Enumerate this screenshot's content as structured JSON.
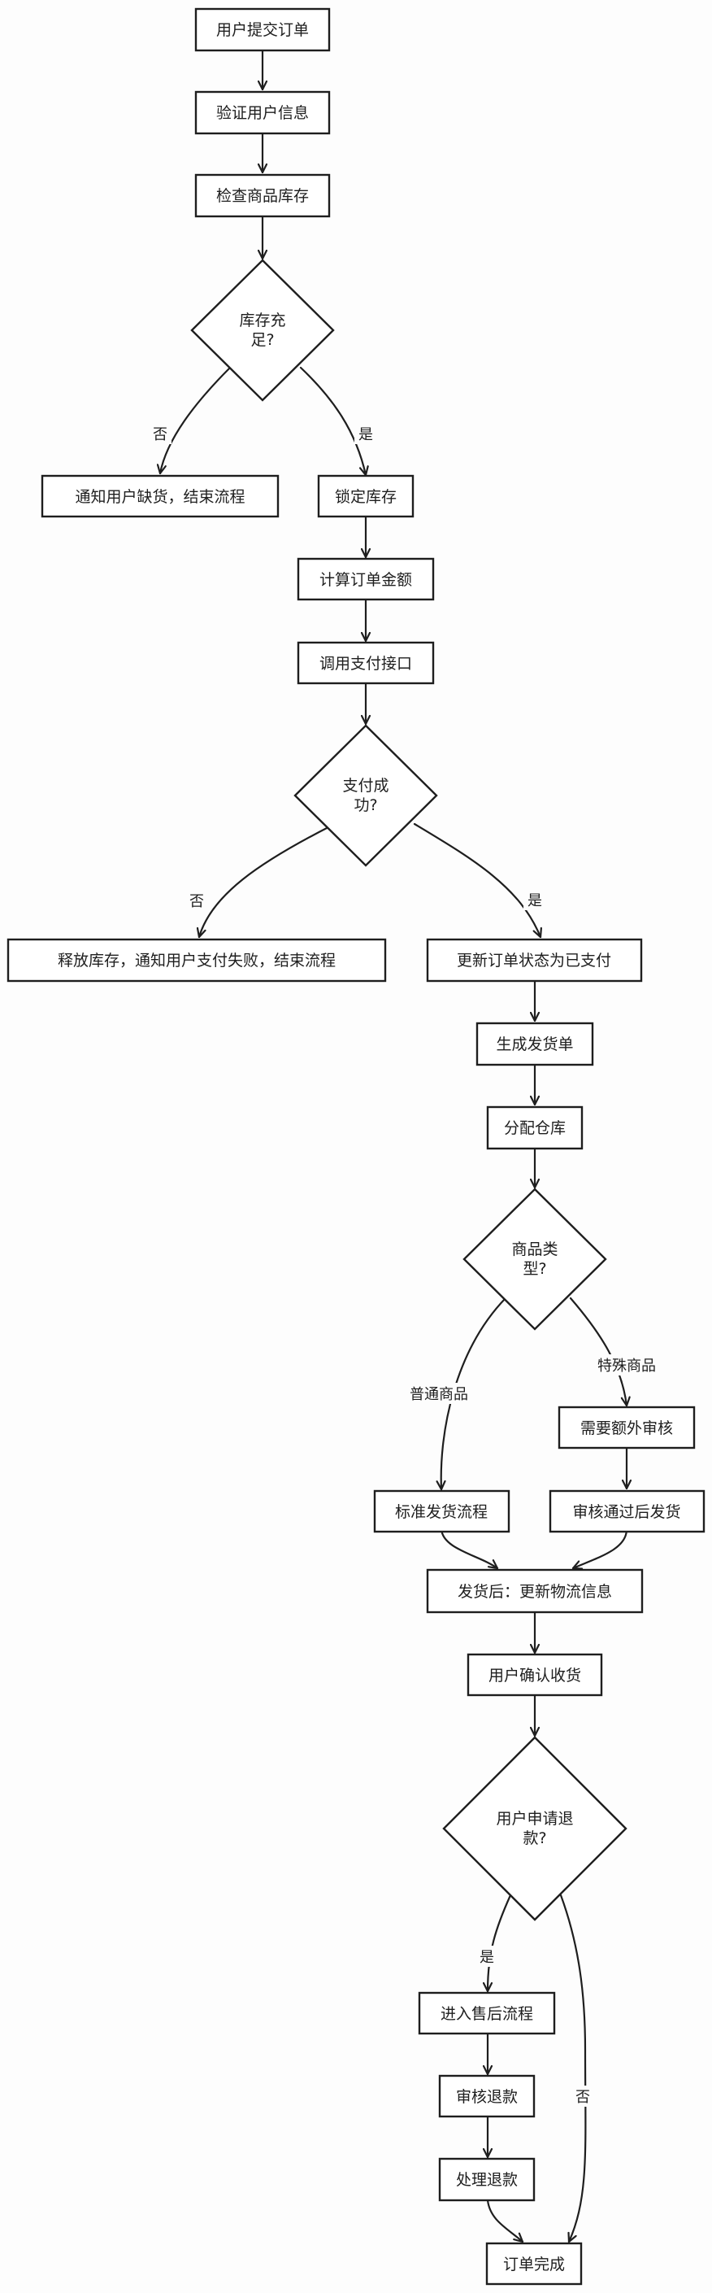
{
  "nodes": {
    "submit": "用户提交订单",
    "verify": "验证用户信息",
    "check_stock": "检查商品库存",
    "stock_ok": [
      "库存充",
      "足?"
    ],
    "notify_oos": "通知用户缺货，结束流程",
    "lock": "锁定库存",
    "calc": "计算订单金额",
    "pay_api": "调用支付接口",
    "pay_ok": [
      "支付成",
      "功?"
    ],
    "release": "释放库存，通知用户支付失败，结束流程",
    "set_paid": "更新订单状态为已支付",
    "ship_order": "生成发货单",
    "warehouse": "分配仓库",
    "goods_type": [
      "商品类",
      "型?"
    ],
    "extra_review": "需要额外审核",
    "std_ship": "标准发货流程",
    "review_ship": "审核通过后发货",
    "logistics": "发货后：更新物流信息",
    "confirm": "用户确认收货",
    "refund_q": [
      "用户申请退",
      "款?"
    ],
    "after_sale": "进入售后流程",
    "review_refund": "审核退款",
    "process_refund": "处理退款",
    "done": "订单完成"
  },
  "edges": {
    "stock_no": "否",
    "stock_yes": "是",
    "pay_no": "否",
    "pay_yes": "是",
    "normal": "普通商品",
    "special": "特殊商品",
    "refund_yes": "是",
    "refund_no": "否"
  }
}
